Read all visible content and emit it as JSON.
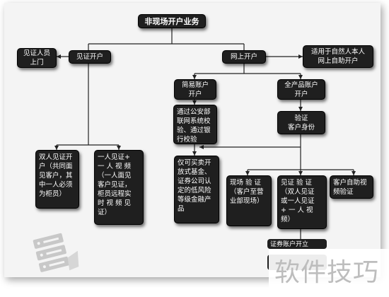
{
  "title": "非现场开户业务",
  "nodes": {
    "witness_person": "见证人员\n上门",
    "witness_open": "见证开户",
    "online_open": "网上开户",
    "online_note": "适用于自然人本人\n网上自助开户",
    "simple_account": "简易账户\n开户",
    "full_account": "全产品账户\n开户",
    "police_check": "通过公安部\n联网系统校\n验、通过银\n行校验",
    "verify_identity": "验证\n客户身份",
    "dual_witness": "双人见证开\n户（共同面\n见客户，其\n中一人必须\n为柜员）",
    "one_plus_video": "一人见证+\n一 人 视 频\n（一人面见\n客户见证，\n柜员远程实\n时 视 频 见\n证）",
    "limited_products": "仅可买卖开\n放式基金、\n证券公司认\n定的低风险\n等级金融产\n品",
    "onsite_verify": "现场 验 证\n（客户至营\n业部现场）",
    "witness_verify": "见证 验 证\n（双人见证\n或一人见证\n+ 一 人 视\n频）",
    "self_video": "客户自助视\n频验证",
    "cut_off_1": "证券账户开立",
    "cut_off_2": ""
  },
  "watermark": "软件技巧",
  "logo_icon": "server-stack-icon"
}
